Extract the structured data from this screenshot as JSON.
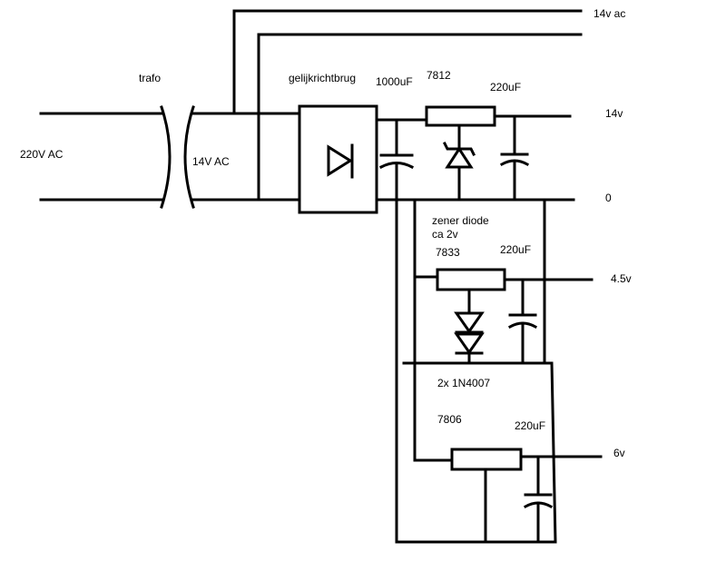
{
  "labels": {
    "input_voltage": "220V AC",
    "transformer": "trafo",
    "secondary": "14V AC",
    "bridge": "gelijkrichtbrug",
    "cap_main": "1000uF",
    "reg_12": "7812",
    "cap_12": "220uF",
    "out_14ac": "14v ac",
    "out_14v": "14v",
    "out_0": "0",
    "zener_desc_1": "zener diode",
    "zener_desc_2": "ca 2v",
    "reg_33": "7833",
    "cap_33": "220uF",
    "out_45": "4.5v",
    "diodes": "2x 1N4007",
    "reg_06": "7806",
    "cap_06": "220uF",
    "out_6v": "6v"
  }
}
